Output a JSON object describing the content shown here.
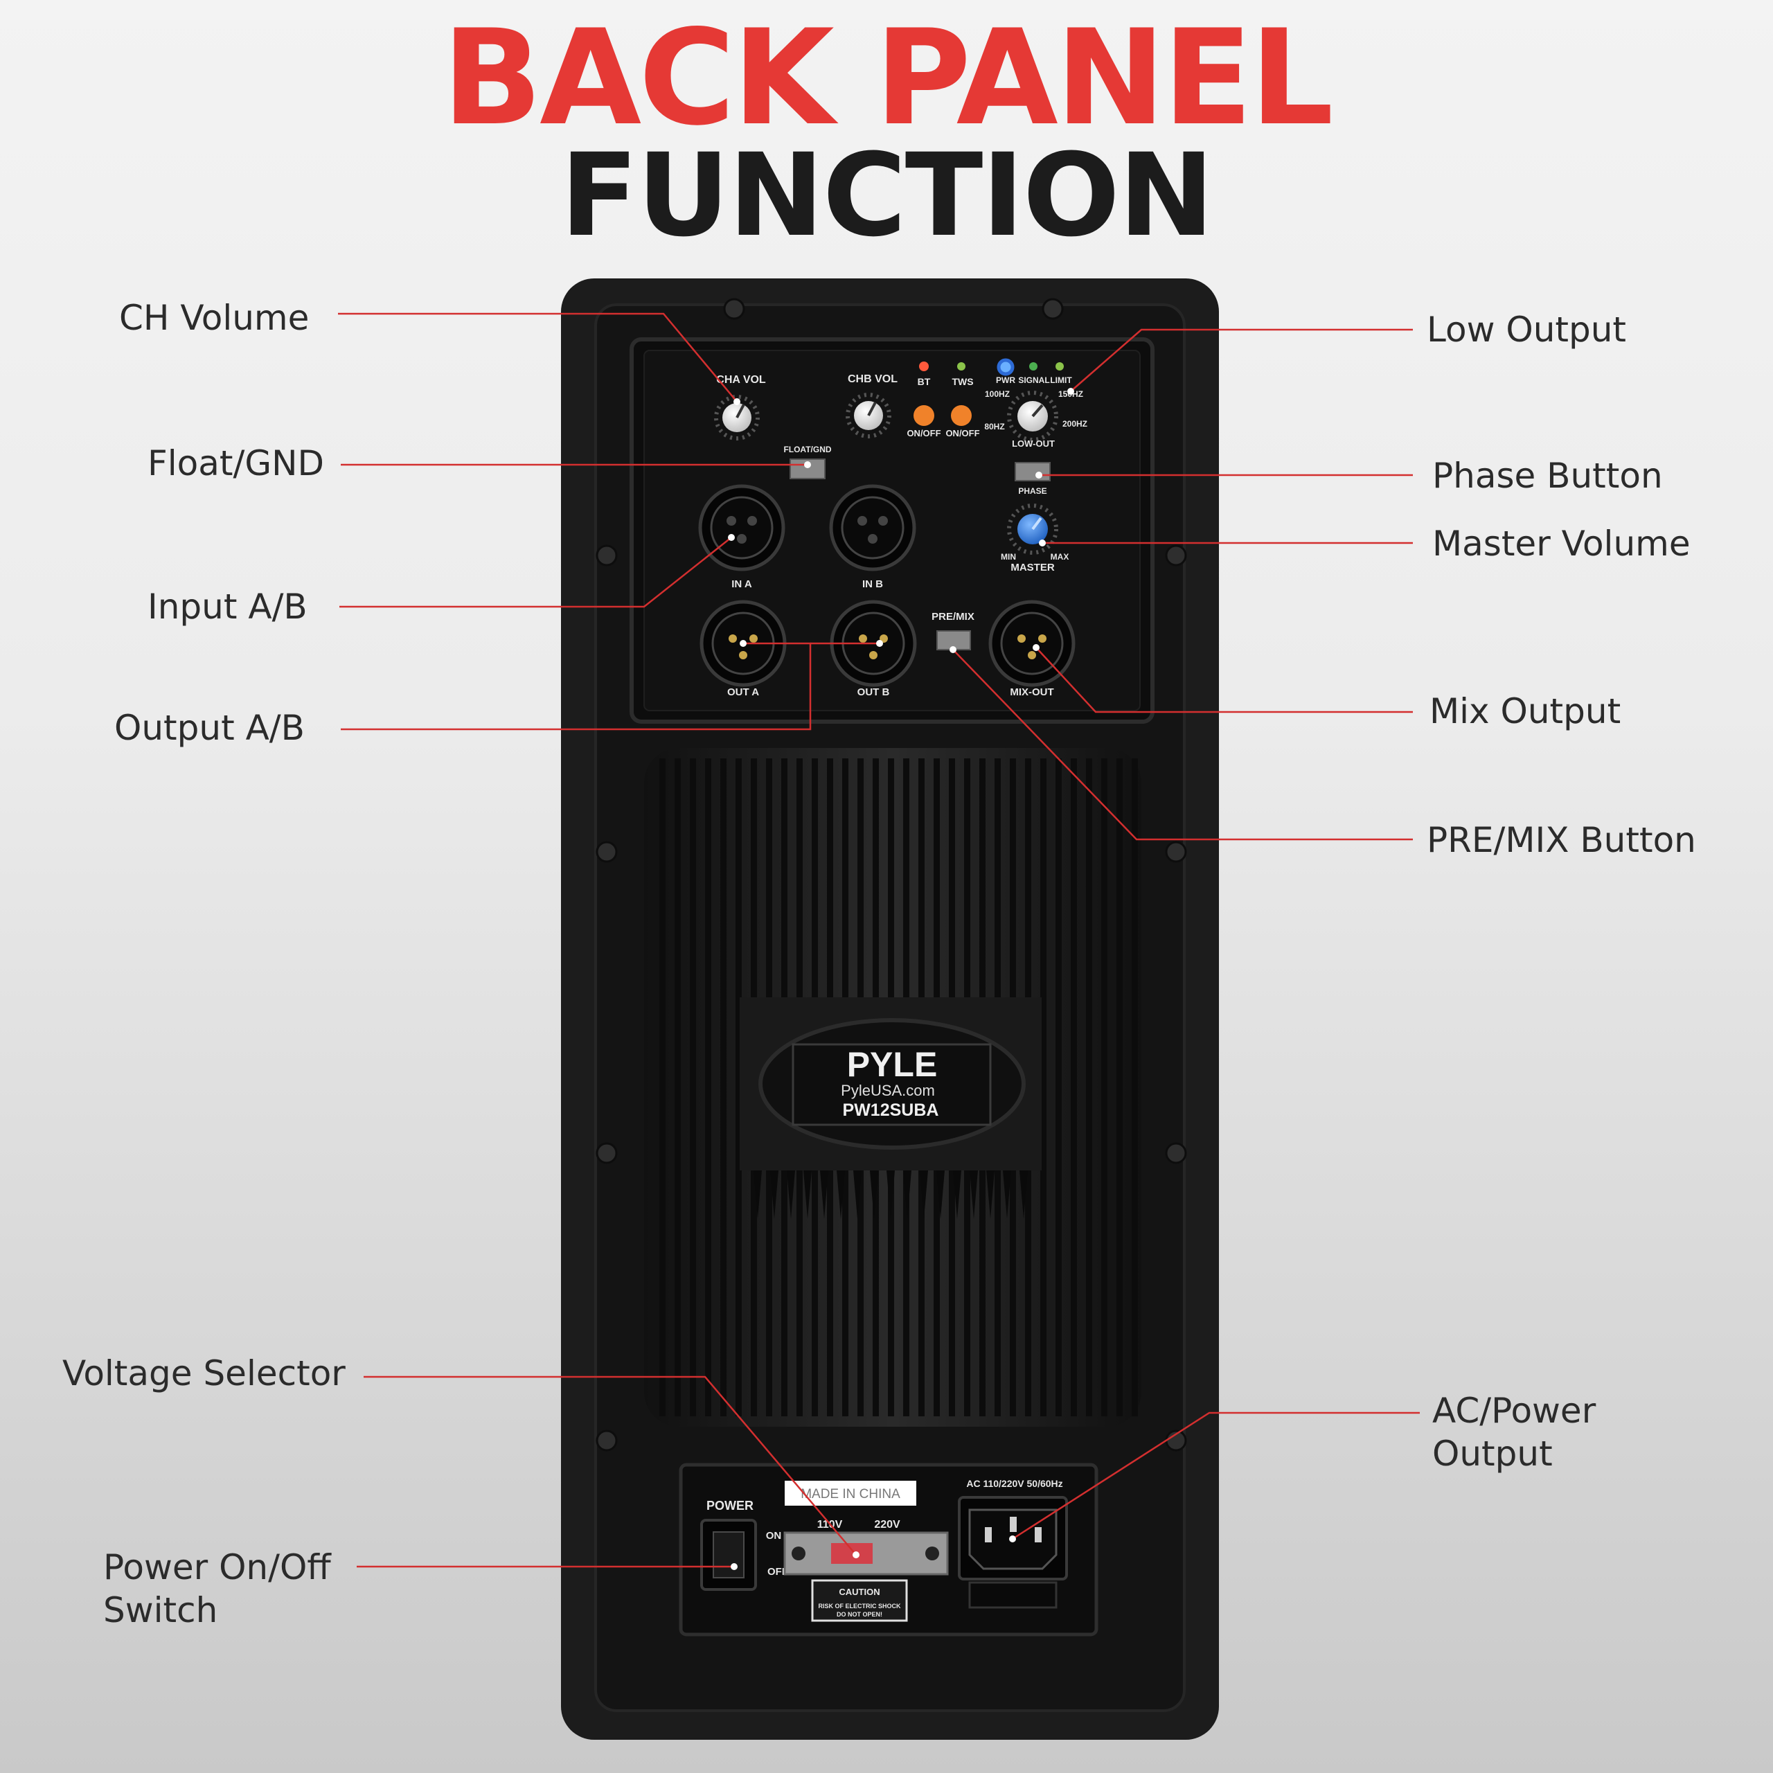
{
  "header": {
    "title_line1": "BACK PANEL",
    "title_line2": "FUNCTION"
  },
  "colors": {
    "accent": "#e53935",
    "callout_line": "#d32f2f",
    "speaker_body": "#1b1b1b",
    "title_dark": "#1c1c1c"
  },
  "callouts": {
    "ch_volume": "CH Volume",
    "float_gnd": "Float/GND",
    "input_ab": "Input A/B",
    "output_ab": "Output A/B",
    "low_output": "Low Output",
    "phase_button": "Phase Button",
    "master_volume": "Master Volume",
    "mix_output": "Mix Output",
    "pre_mix_button": "PRE/MIX Button",
    "voltage_selector": "Voltage Selector",
    "power_switch_line1": "Power On/Off",
    "power_switch_line2": "Switch",
    "ac_power_line1": "AC/Power",
    "ac_power_line2": "Output"
  },
  "panel_labels": {
    "cha_vol": "CHA VOL",
    "chb_vol": "CHB VOL",
    "bt": "BT",
    "tws": "TWS",
    "on_off": "ON/OFF",
    "pwr": "PWR",
    "signal": "SIGNAL",
    "limit": "LIMIT",
    "hz100": "100HZ",
    "hz150": "150HZ",
    "hz80": "80HZ",
    "hz200": "200HZ",
    "low_out": "LOW-OUT",
    "float_gnd": "FLOAT/GND",
    "phase": "PHASE",
    "min": "MIN",
    "max": "MAX",
    "master": "MASTER",
    "in_a": "IN A",
    "in_b": "IN B",
    "out_a": "OUT A",
    "out_b": "OUT B",
    "pre_mix": "PRE/MIX",
    "mix_out": "MIX-OUT",
    "power": "POWER",
    "made_in": "MADE IN CHINA",
    "v110": "110V",
    "v220": "220V",
    "on": "ON",
    "off": "OFF",
    "ac_rating": "AC 110/220V 50/60Hz",
    "caution": "CAUTION",
    "warning_line1": "RISK OF ELECTRIC SHOCK",
    "warning_line2": "DO NOT OPEN!"
  },
  "branding": {
    "logo": "PYLE",
    "website": "PyleUSA.com",
    "model": "PW12SUBA"
  }
}
